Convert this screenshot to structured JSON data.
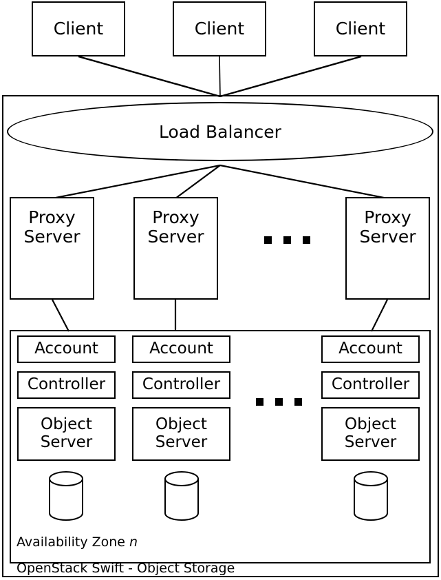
{
  "diagram": {
    "title": "OpenStack Swift - Object Storage",
    "zone_label_prefix": "Availability Zone ",
    "zone_label_variable": "n",
    "colors": {
      "stroke": "#000000",
      "fill": "#ffffff"
    },
    "clients": [
      {
        "label": "Client"
      },
      {
        "label": "Client"
      },
      {
        "label": "Client"
      }
    ],
    "load_balancer": {
      "label": "Load Balancer"
    },
    "proxy_servers": [
      {
        "line1": "Proxy",
        "line2": "Server"
      },
      {
        "line1": "Proxy",
        "line2": "Server"
      },
      {
        "line1": "Proxy",
        "line2": "Server"
      }
    ],
    "proxy_ellipsis": "...",
    "storage_nodes": [
      {
        "account": "Account",
        "controller": "Controller",
        "object_line1": "Object",
        "object_line2": "Server",
        "disk": "database-cylinder"
      },
      {
        "account": "Account",
        "controller": "Controller",
        "object_line1": "Object",
        "object_line2": "Server",
        "disk": "database-cylinder"
      },
      {
        "account": "Account",
        "controller": "Controller",
        "object_line1": "Object",
        "object_line2": "Server",
        "disk": "database-cylinder"
      }
    ],
    "storage_ellipsis": "..."
  }
}
